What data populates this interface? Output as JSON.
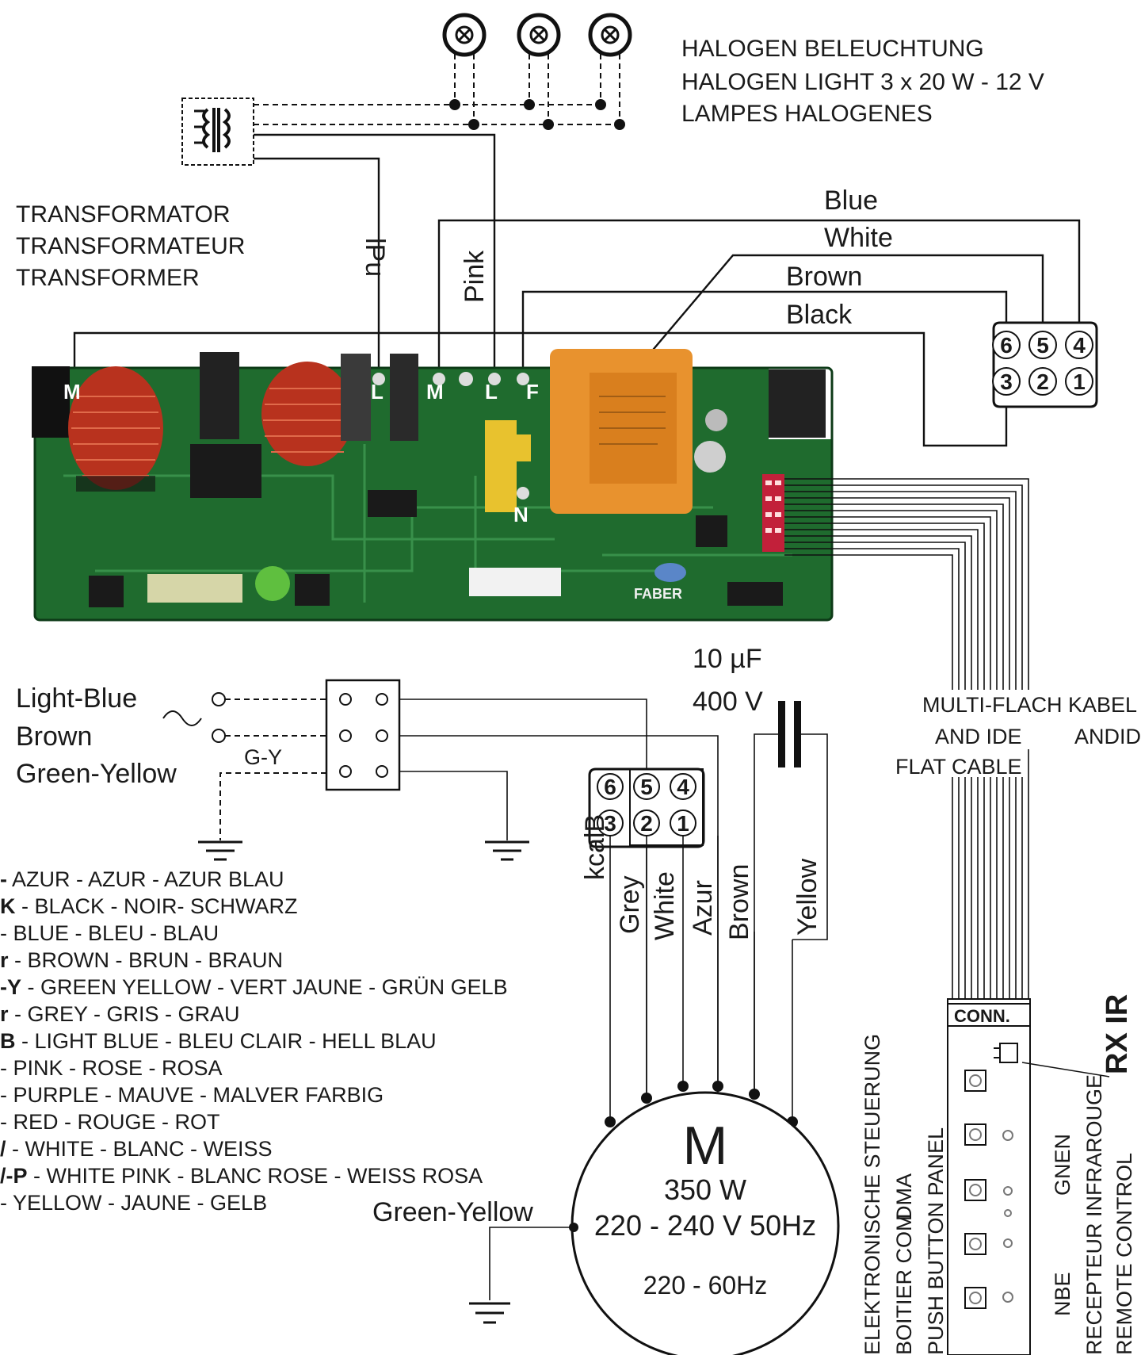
{
  "halogen": {
    "line1": "HALOGEN BELEUCHTUNG",
    "line2": "HALOGEN LIGHT 3 x 20 W - 12 V",
    "line3": "LAMPES HALOGENES"
  },
  "transformer": {
    "line1": "TRANSFORMATOR",
    "line2": "TRANSFORMATEUR",
    "line3": "TRANSFORMER"
  },
  "wires": {
    "lPu": "lPu",
    "pink": "Pink",
    "blue": "Blue",
    "white": "White",
    "brown": "Brown",
    "black": "Black"
  },
  "board": {
    "pin_m1": "M",
    "pin_l1": "L",
    "pin_m2": "M",
    "pin_l2": "L",
    "pin_f": "F",
    "pin_n": "N",
    "label": "FABER",
    "colors": {
      "pcb": "#1f6b2e",
      "choke": "#b8321e",
      "relay_box": "#e8922e"
    }
  },
  "connector_top": {
    "pins": [
      "6",
      "5",
      "4",
      "3",
      "2",
      "1"
    ]
  },
  "connector_motor": {
    "pins": [
      "6",
      "5",
      "4",
      "3",
      "2",
      "1"
    ]
  },
  "mains": {
    "light_blue": "Light-Blue",
    "brown": "Brown",
    "green_yellow": "Green-Yellow",
    "gy": "G-Y"
  },
  "capacitor": {
    "value": "10 µF",
    "voltage": "400 V"
  },
  "motor_wires": {
    "black": "kcalB",
    "grey": "Grey",
    "white": "White",
    "azur": "Azur",
    "brown": "Brown",
    "yellow": "Yellow"
  },
  "motor": {
    "symbol": "M",
    "power": "350 W",
    "voltage": "220 - 240 V 50Hz",
    "alt": "220 - 60Hz",
    "ground": "Green-Yellow"
  },
  "flat_cable": {
    "line1": "MULTI-FLACH KABEL",
    "line2": "AND IDE",
    "line3": "FLAT CABLE",
    "line2b": "ANDIDE"
  },
  "panel": {
    "conn": "CONN.",
    "rx_ir": "RX IR",
    "v1": "ELEKTRONISCHE STEUERUNG",
    "v2": "BOITIER COM",
    "v2b": "DMA",
    "v3": "PUSH BUTTON PANEL",
    "v4": "GNEN",
    "v4b": "NBE",
    "v5": "RECEPTEUR INFRAROUGE",
    "v6": "REMOTE CONTROL"
  },
  "legend": [
    {
      "key": "-",
      "text": " AZUR - AZUR - AZUR BLAU"
    },
    {
      "key": "K",
      "text": " - BLACK - NOIR- SCHWARZ"
    },
    {
      "key": "",
      "text": "- BLUE - BLEU - BLAU"
    },
    {
      "key": "r",
      "text": " - BROWN - BRUN - BRAUN"
    },
    {
      "key": "-Y",
      "text": " - GREEN YELLOW - VERT JAUNE - GRÜN GELB"
    },
    {
      "key": "r",
      "text": " - GREY - GRIS - GRAU"
    },
    {
      "key": "B",
      "text": " - LIGHT BLUE - BLEU CLAIR - HELL BLAU"
    },
    {
      "key": "",
      "text": "- PINK - ROSE - ROSA"
    },
    {
      "key": "",
      "text": "- PURPLE - MAUVE - MALVER FARBIG"
    },
    {
      "key": "",
      "text": "- RED - ROUGE - ROT"
    },
    {
      "key": "/",
      "text": " - WHITE - BLANC - WEISS"
    },
    {
      "key": "/-P",
      "text": " - WHITE PINK - BLANC ROSE - WEISS ROSA"
    },
    {
      "key": "",
      "text": "- YELLOW - JAUNE - GELB"
    }
  ]
}
